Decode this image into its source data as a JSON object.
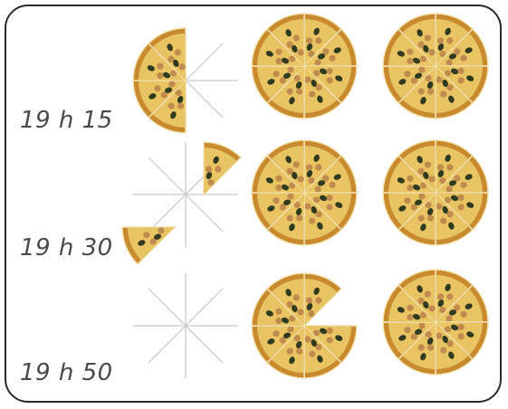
{
  "rows": [
    {
      "time": "19 h 15",
      "pizzas": [
        {
          "slices": 8,
          "present": [
            4,
            5,
            6,
            7
          ]
        },
        {
          "slices": 8,
          "present": [
            0,
            1,
            2,
            3,
            4,
            5,
            6,
            7
          ]
        },
        {
          "slices": 8,
          "present": [
            0,
            1,
            2,
            3,
            4,
            5,
            6,
            7
          ]
        }
      ]
    },
    {
      "time": "19 h 30",
      "pizzas": [
        {
          "slices": 8,
          "present": [
            0,
            5
          ]
        },
        {
          "slices": 8,
          "present": [
            0,
            1,
            2,
            3,
            4,
            5,
            6,
            7
          ]
        },
        {
          "slices": 8,
          "present": [
            0,
            1,
            2,
            3,
            4,
            5,
            6,
            7
          ]
        }
      ]
    },
    {
      "time": "19 h 50",
      "pizzas": [
        {
          "slices": 8,
          "present": []
        },
        {
          "slices": 8,
          "present": [
            0,
            2,
            3,
            4,
            5,
            6,
            7
          ]
        },
        {
          "slices": 8,
          "present": [
            0,
            1,
            2,
            3,
            4,
            5,
            6,
            7
          ]
        }
      ]
    }
  ],
  "colors": {
    "crust": "#c98a2e",
    "cheese": "#e8c463",
    "olive": "#2f3a1e",
    "topping": "#b9824a",
    "guide": "#c9c9c9",
    "cut": "#f4e3b3"
  }
}
